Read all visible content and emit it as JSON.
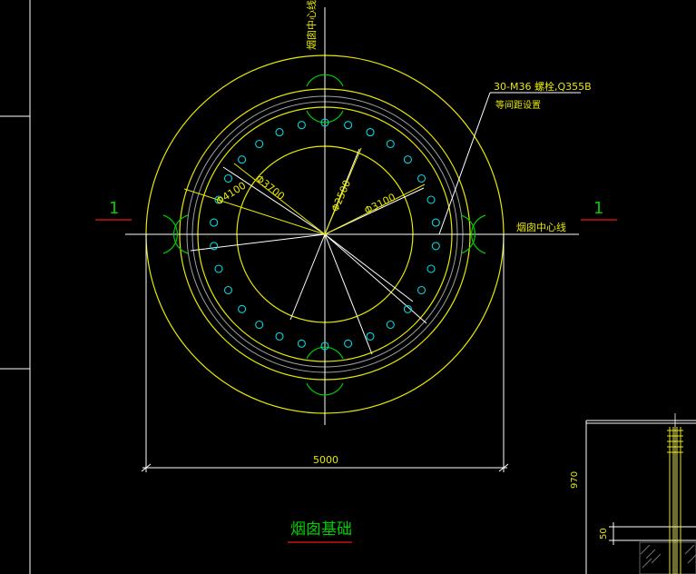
{
  "drawing": {
    "title": "烟囱基础",
    "vertical_centerline_label": "烟囱中心线",
    "horizontal_centerline_label": "烟囱中心线",
    "section_mark_left": "1",
    "section_mark_right": "1",
    "bolt_note_line1": "30-M36 螺栓,Q355B",
    "bolt_note_line2": "等间距设置",
    "dims": {
      "d4100": "Φ4100",
      "d3700": "Φ3700",
      "d3100": "Φ3100",
      "d2500": "Φ2500",
      "overall_width": "5000"
    },
    "detail": {
      "height_dim": "970",
      "small_dim": "50"
    },
    "bolt_count": 30
  },
  "colors": {
    "background": "#000000",
    "yellow": "#e8e800",
    "white": "#ffffff",
    "cyan": "#00d8e0",
    "green": "#00cc00",
    "red": "#cc1010",
    "gray": "#a0a0a0"
  }
}
